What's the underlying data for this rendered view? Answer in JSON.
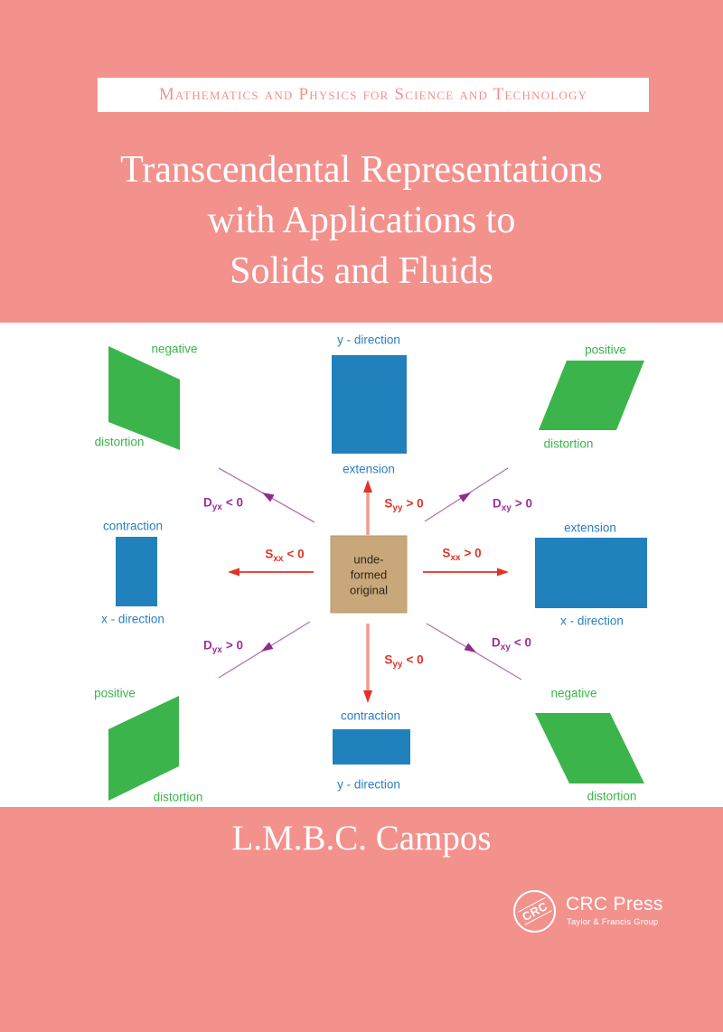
{
  "cover": {
    "series_banner": "Mathematics and Physics for Science and Technology",
    "title_line1": "Transcendental Representations",
    "title_line2": "with Applications to",
    "title_line3": "Solids and Fluids",
    "author": "L.M.B.C. Campos"
  },
  "publisher": {
    "monogram": "CRC",
    "name": "CRC Press",
    "tagline": "Taylor & Francis Group"
  },
  "colors": {
    "salmon_background": "#f3918d",
    "distortion_green": "#3cb44c",
    "strain_blue": "#2181bd",
    "stress_red": "#e23227",
    "distortion_purple": "#9c2f9a",
    "undeformed_tan": "#c8a87b"
  },
  "diagram": {
    "center": {
      "line1": "unde-",
      "line2": "formed",
      "line3": "original"
    },
    "labels": {
      "top_left_state": "negative",
      "top_left_type": "distortion",
      "top_center_axis": "y - direction",
      "top_center_type": "extension",
      "top_right_state": "positive",
      "top_right_type": "distortion",
      "mid_left_type": "contraction",
      "mid_left_axis": "x - direction",
      "mid_right_type": "extension",
      "mid_right_axis": "x - direction",
      "bottom_left_state": "positive",
      "bottom_left_type": "distortion",
      "bottom_center_type": "contraction",
      "bottom_center_axis": "y - direction",
      "bottom_right_state": "negative",
      "bottom_right_type": "distortion"
    },
    "arrows": {
      "up_left": {
        "base": "D",
        "sub": "yx",
        "rel": "< 0"
      },
      "up": {
        "base": "S",
        "sub": "yy",
        "rel": "> 0"
      },
      "up_right": {
        "base": "D",
        "sub": "xy",
        "rel": "> 0"
      },
      "left": {
        "base": "S",
        "sub": "xx",
        "rel": "< 0"
      },
      "right": {
        "base": "S",
        "sub": "xx",
        "rel": "> 0"
      },
      "down_left": {
        "base": "D",
        "sub": "yx",
        "rel": "> 0"
      },
      "down": {
        "base": "S",
        "sub": "yy",
        "rel": "< 0"
      },
      "down_right": {
        "base": "D",
        "sub": "xy",
        "rel": "< 0"
      }
    }
  }
}
